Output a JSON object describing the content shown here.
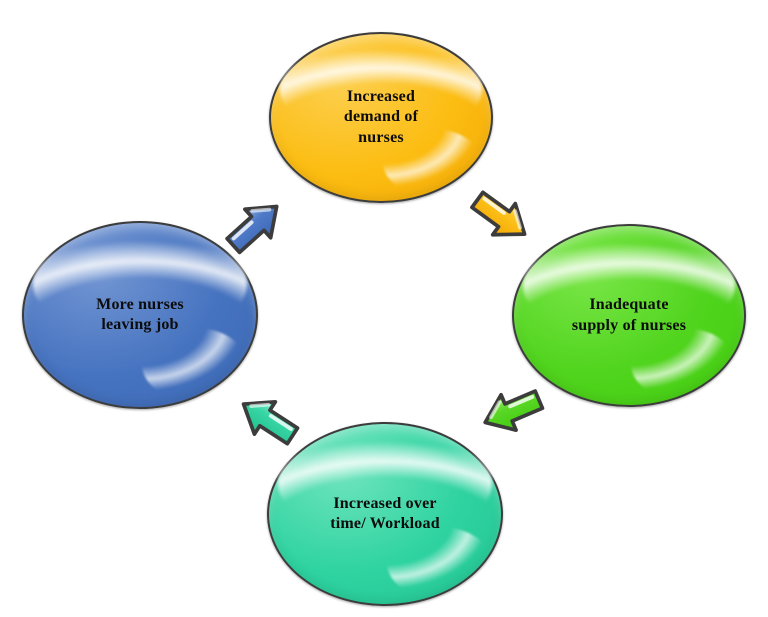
{
  "diagram": {
    "background_color": "#ffffff",
    "outline_color": "#3c3c3c",
    "text_color": "#0c0c0c"
  },
  "nodes": [
    {
      "id": "top",
      "label": "Increased\ndemand of\nnurses",
      "color": "#fcbd12",
      "position": "top"
    },
    {
      "id": "right",
      "label": "Inadequate\nsupply of nurses",
      "color": "#50d41d",
      "position": "right"
    },
    {
      "id": "bottom",
      "label": "Increased over\ntime/ Workload",
      "color": "#2ed3a0",
      "position": "bottom"
    },
    {
      "id": "left",
      "label": "More nurses\nleaving job",
      "color": "#4673c0",
      "position": "left"
    }
  ],
  "arrows": [
    {
      "id": "left-to-top",
      "color": "#4673c0",
      "direction": "up-right"
    },
    {
      "id": "top-to-right",
      "color": "#fcbd12",
      "direction": "down-right"
    },
    {
      "id": "right-to-bottom",
      "color": "#50d41d",
      "direction": "down-left"
    },
    {
      "id": "bottom-to-left",
      "color": "#2ed3a0",
      "direction": "up-left"
    }
  ]
}
